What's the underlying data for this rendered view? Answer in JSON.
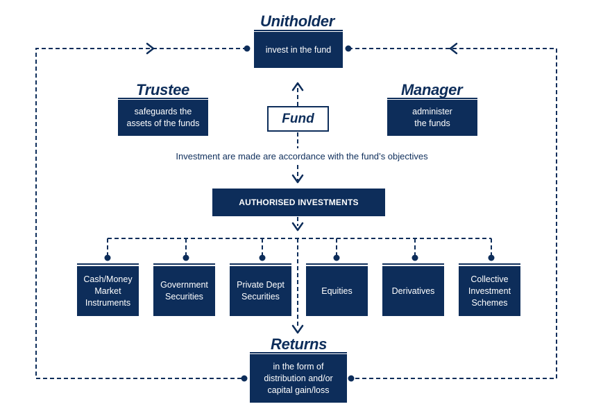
{
  "colors": {
    "primary": "#0d2d5a",
    "background": "#ffffff"
  },
  "unitholder": {
    "title": "Unitholder",
    "text": "invest in the fund"
  },
  "trustee": {
    "title": "Trustee",
    "text": "safeguards the\nassets of the funds"
  },
  "manager": {
    "title": "Manager",
    "text": "administer\nthe funds"
  },
  "fund": {
    "title": "Fund"
  },
  "caption": "Investment are made are accordance with the fund’s objectives",
  "authorised": {
    "label": "AUTHORISED INVESTMENTS"
  },
  "investments": [
    {
      "label": "Cash/Money\nMarket\nInstruments"
    },
    {
      "label": "Government\nSecurities"
    },
    {
      "label": "Private Dept\nSecurities"
    },
    {
      "label": "Equities"
    },
    {
      "label": "Derivatives"
    },
    {
      "label": "Collective\nInvestment\nSchemes"
    }
  ],
  "returns": {
    "title": "Returns",
    "text": "in the form of\ndistribution and/or\ncapital gain/loss"
  }
}
